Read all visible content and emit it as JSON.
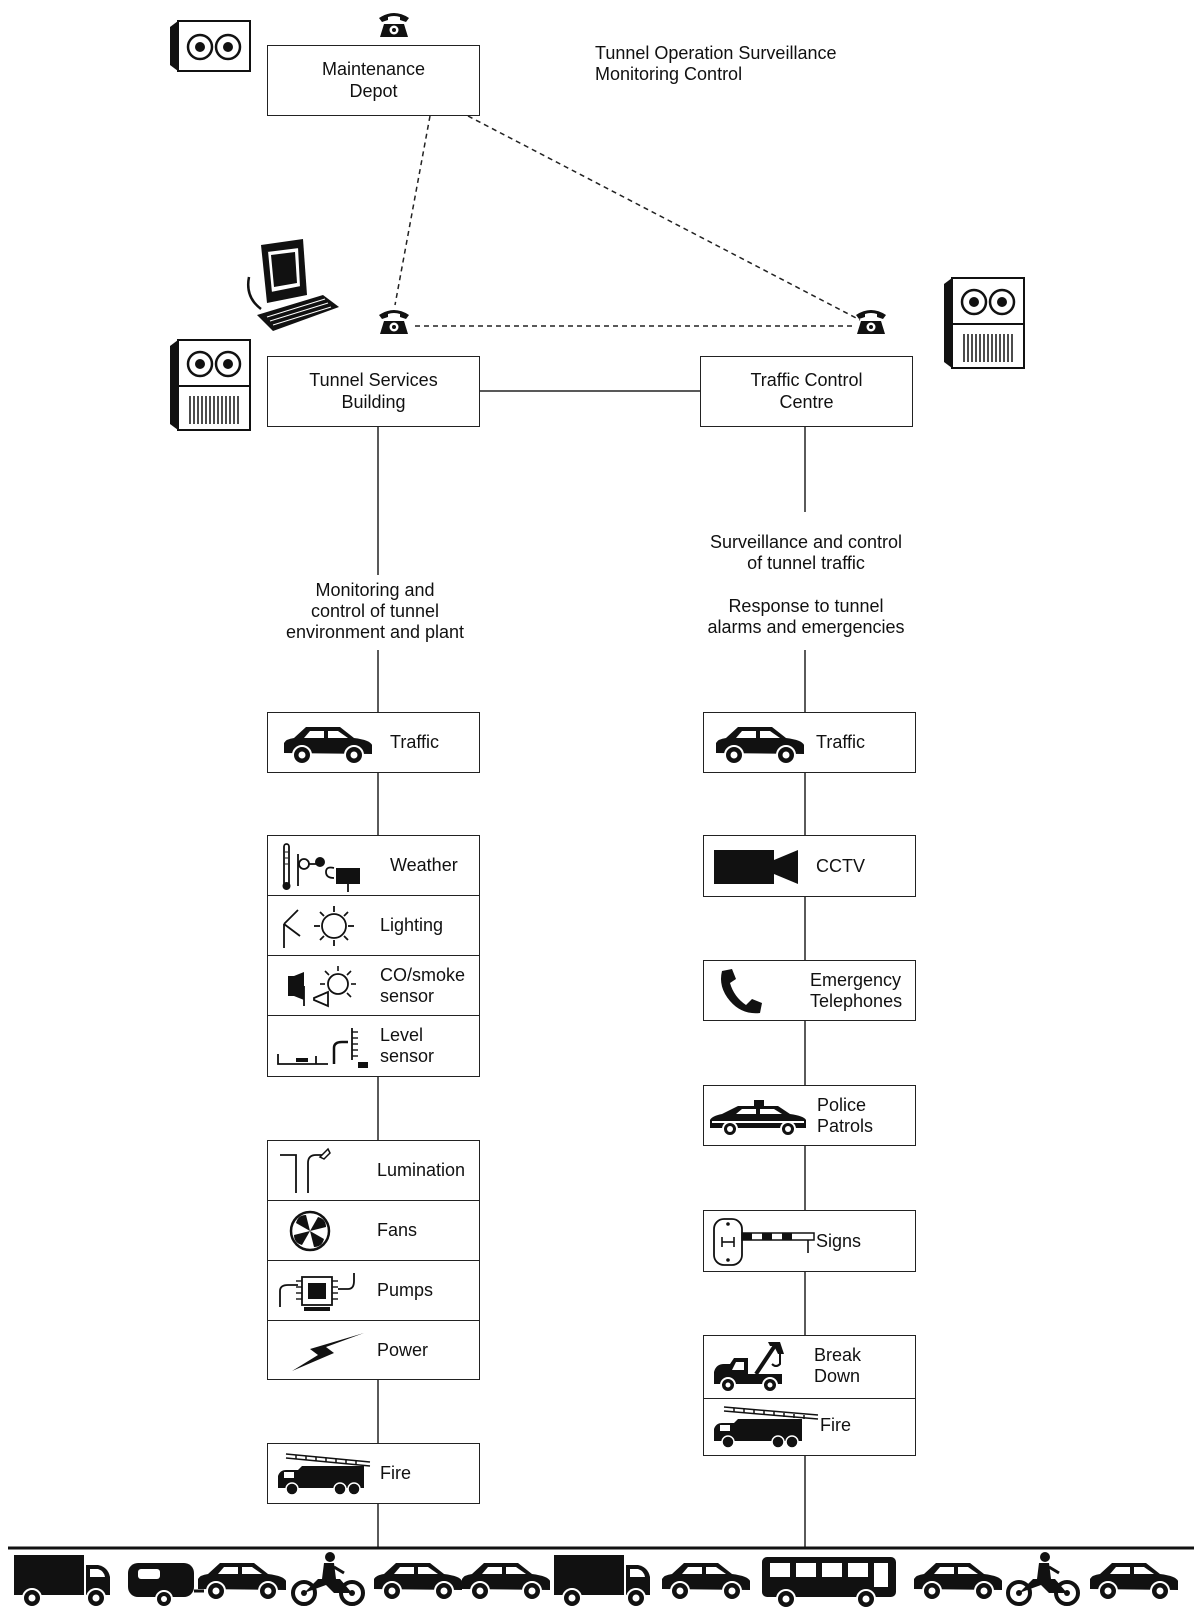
{
  "title": {
    "line1": "Tunnel Operation Surveillance",
    "line2": "Monitoring Control"
  },
  "nodes": {
    "maintenance_depot": {
      "line1": "Maintenance",
      "line2": "Depot"
    },
    "tunnel_services": {
      "line1": "Tunnel Services",
      "line2": "Building"
    },
    "traffic_control": {
      "line1": "Traffic Control",
      "line2": "Centre"
    }
  },
  "notes": {
    "left": {
      "line1": "Monitoring and",
      "line2": "control of tunnel",
      "line3": "environment and plant"
    },
    "right_a": {
      "line1": "Surveillance and control",
      "line2": "of tunnel traffic"
    },
    "right_b": {
      "line1": "Response to tunnel",
      "line2": "alarms and emergencies"
    }
  },
  "left_column": {
    "traffic": "Traffic",
    "sensors": [
      {
        "line1": "Weather",
        "line2": "",
        "icon": "weather-station-icon"
      },
      {
        "line1": "Lighting",
        "line2": "",
        "icon": "light-sensor-icon"
      },
      {
        "line1": "CO/smoke",
        "line2": "sensor",
        "icon": "co-smoke-sensor-icon"
      },
      {
        "line1": "Level",
        "line2": "sensor",
        "icon": "level-sensor-icon"
      }
    ],
    "plant": [
      {
        "label": "Lumination",
        "icon": "lamp-post-icon"
      },
      {
        "label": "Fans",
        "icon": "fan-icon"
      },
      {
        "label": "Pumps",
        "icon": "pump-icon"
      },
      {
        "label": "Power",
        "icon": "lightning-icon"
      }
    ],
    "fire": "Fire"
  },
  "right_column": {
    "traffic": "Traffic",
    "cctv": "CCTV",
    "emergency": {
      "line1": "Emergency",
      "line2": "Telephones"
    },
    "police": {
      "line1": "Police",
      "line2": "Patrols"
    },
    "signs": "Signs",
    "breakdown": {
      "line1": "Break",
      "line2": "Down"
    },
    "fire": "Fire"
  },
  "colors": {
    "ink": "#111111",
    "background": "#ffffff"
  }
}
